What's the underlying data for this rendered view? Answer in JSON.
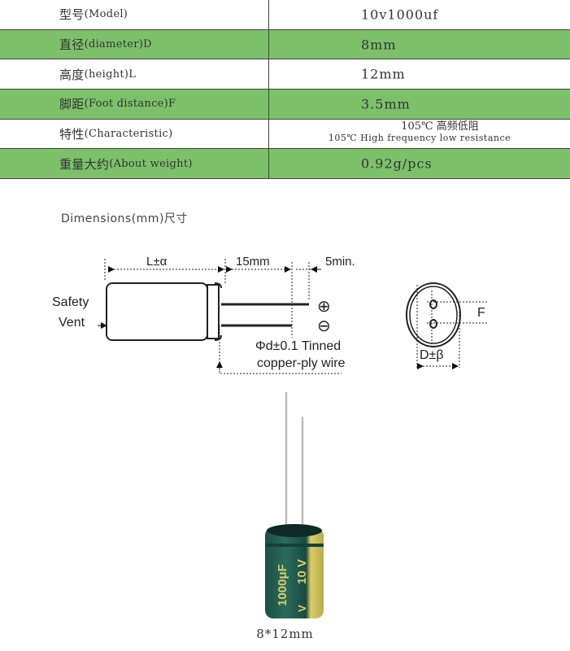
{
  "spec_table": [
    {
      "label_cn": "型号",
      "label_en": "(Model)",
      "value": "10v1000uf"
    },
    {
      "label_cn": "直径",
      "label_en": "(diameter)D",
      "value": "8mm"
    },
    {
      "label_cn": "高度",
      "label_en": "(height)L",
      "value": "12mm"
    },
    {
      "label_cn": "脚距",
      "label_en": "(Foot distance)F",
      "value": "3.5mm"
    },
    {
      "label_cn": "特性",
      "label_en": " (Characteristic)",
      "value": "105℃ 高频低阻",
      "value_en": "105℃ High frequency low resistance"
    },
    {
      "label_cn": "重量大约",
      "label_en": "(About weight)",
      "value": "0.92g/pcs"
    }
  ],
  "dimensions_title": "Dimensions(mm)尺寸",
  "diagram": {
    "length": "L±α",
    "lead_length": "15mm",
    "min": "5min.",
    "safety": "Safety",
    "vent": "Vent",
    "plus": "⊕",
    "minus": "⊖",
    "wire1": "Φd±0.1 Tinned",
    "wire2": "copper-ply wire",
    "pitch": "F",
    "diameter": "D±β"
  },
  "product": {
    "print_cap": "1000μF",
    "print_volt": "10 V",
    "print_v": "V",
    "caption": "8*12mm"
  },
  "colors": {
    "green": "#7cc06a",
    "sleeve": "#1f5a4e",
    "stripe": "#d9cc6a"
  }
}
